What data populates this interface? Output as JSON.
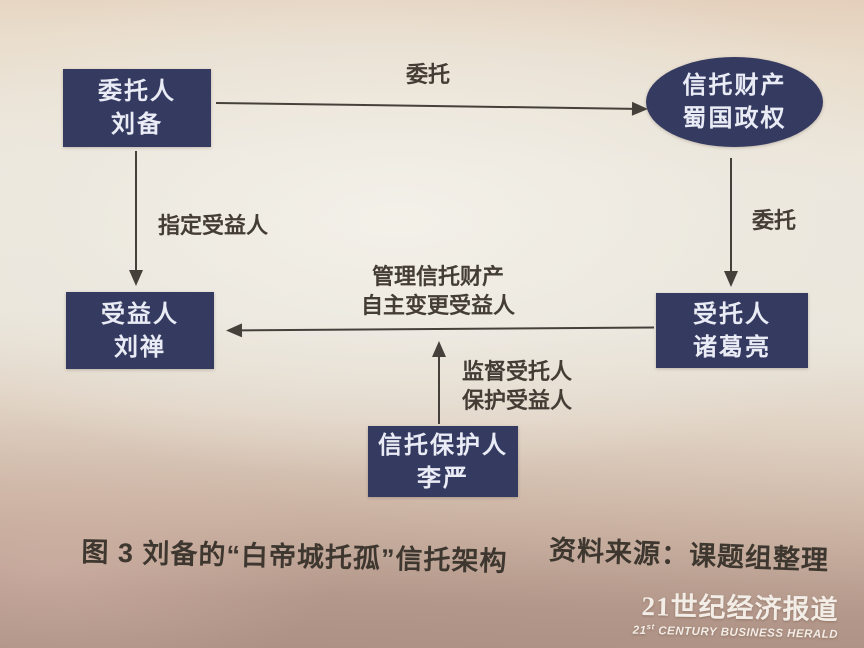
{
  "colors": {
    "node_fill": "#353a61",
    "node_text": "#e9ebf5",
    "ink": "#45403a",
    "paper_top": "#e4cfbc",
    "paper_mid": "#eae6dc",
    "paper_bottom": "#ab9083",
    "watermark_text": "#f3ede7"
  },
  "nodes": {
    "trustor": {
      "line1": "委托人",
      "line2": "刘备"
    },
    "trust_property": {
      "line1": "信托财产",
      "line2": "蜀国政权"
    },
    "beneficiary": {
      "line1": "受益人",
      "line2": "刘禅"
    },
    "trustee": {
      "line1": "受托人",
      "line2": "诸葛亮"
    },
    "protector": {
      "line1": "信托保护人",
      "line2": "李严"
    }
  },
  "edges": {
    "entrust_top": {
      "label": "委托"
    },
    "designate_beneficiary": {
      "label": "指定受益人"
    },
    "entrust_right": {
      "label": "委托"
    },
    "manage": {
      "line1": "管理信托财产",
      "line2": "自主变更受益人"
    },
    "supervise": {
      "line1": "监督受托人",
      "line2": "保护受益人"
    }
  },
  "caption": {
    "figure": "图 3 刘备的“白帝城托孤”信托架构",
    "source": "资料来源：课题组整理"
  },
  "watermark": {
    "cn": "21世纪经济报道",
    "en_num": "21",
    "en_sup": "st",
    "en_rest": " CENTURY BUSINESS HERALD"
  }
}
